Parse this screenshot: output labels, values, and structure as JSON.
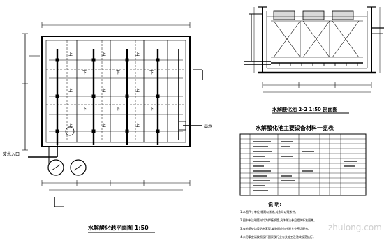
{
  "plan": {
    "title": "水解酸化池平面图 1:50",
    "label_inlet": "废水入口",
    "label_outlet": "出水",
    "label_up": "上",
    "label_down": "下"
  },
  "section": {
    "title": "水解酸化池 2-2 1:50 剖面图"
  },
  "table": {
    "title": "水解酸化池主要设备材料一览表"
  },
  "notes": {
    "heading": "说 明:",
    "lines": [
      "1.本图尺寸单位:标高以米计,其余均以毫米计。",
      "2.图中未注明管材均为焊接钢管,具体做法参见相关标准图集。",
      "3.穿池壁处均设防水套管,安装时应与土建专业密切配合。",
      "4.未尽事宜请按照现行国家及行业有关施工及验收规范执行。"
    ]
  },
  "watermark": "zhulong.com"
}
